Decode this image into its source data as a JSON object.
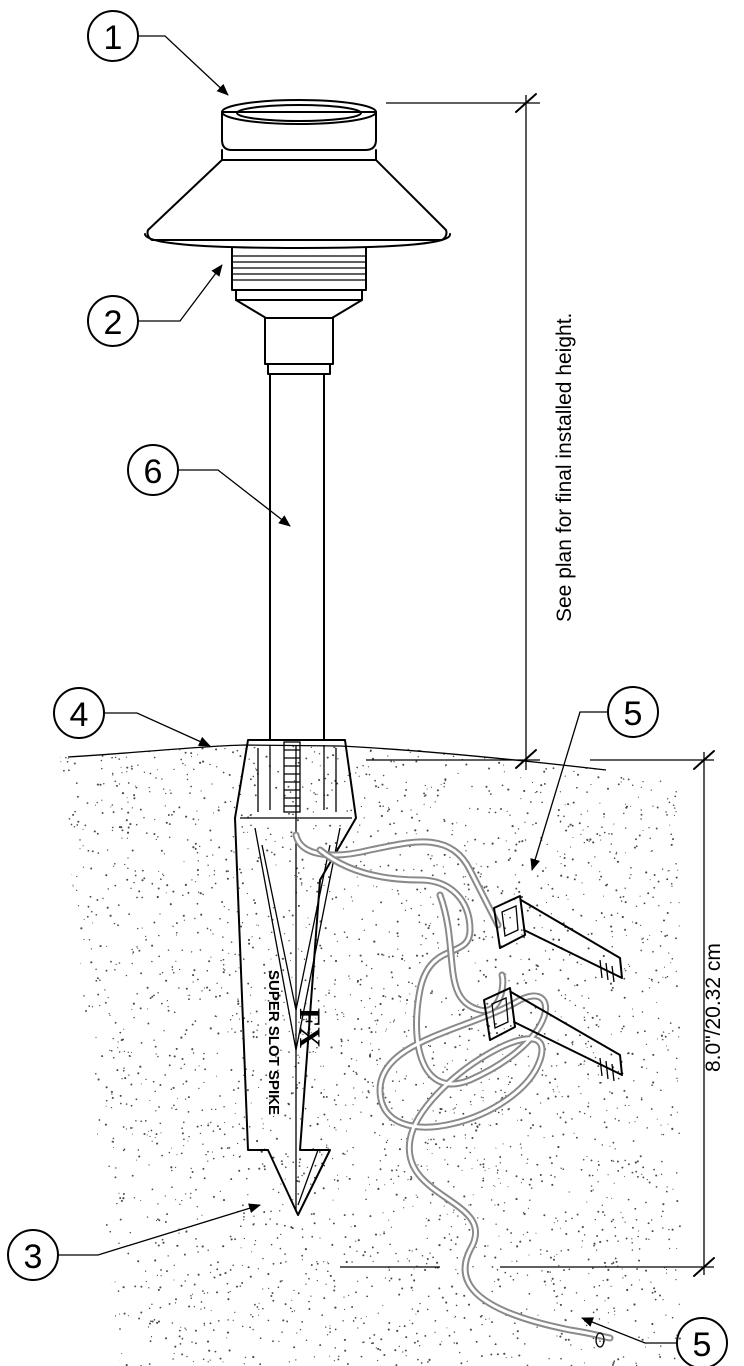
{
  "callouts": [
    {
      "id": "c1",
      "label": "1"
    },
    {
      "id": "c2",
      "label": "2"
    },
    {
      "id": "c3",
      "label": "3"
    },
    {
      "id": "c4",
      "label": "4"
    },
    {
      "id": "c5a",
      "label": "5"
    },
    {
      "id": "c5b",
      "label": "5"
    },
    {
      "id": "c6",
      "label": "6"
    }
  ],
  "dimensions": {
    "height_note": "See plan for final installed height.",
    "spike_depth": "8.0\"/20.32 cm"
  },
  "spike": {
    "text": "SUPER SLOT SPIKE",
    "brand": "FX"
  },
  "colors": {
    "ink": "#000000",
    "wire": "#8a8a8a",
    "soil_dots": "#4a4a4a"
  }
}
